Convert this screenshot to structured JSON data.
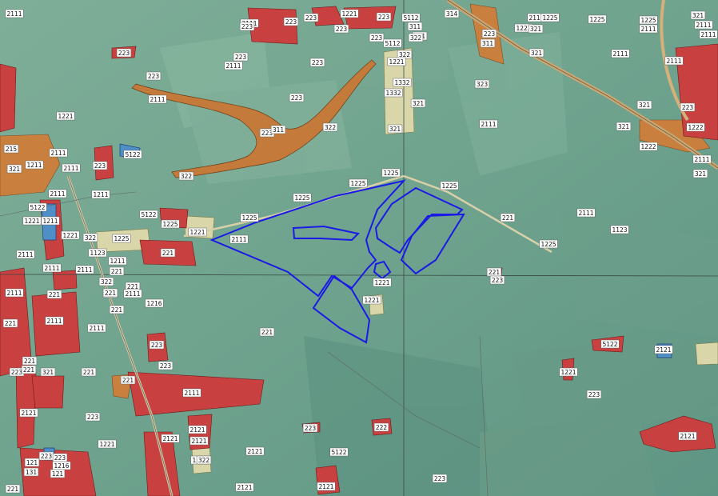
{
  "labels": [
    {
      "t": "2111"
    },
    {
      "t": "223"
    },
    {
      "t": "1221"
    },
    {
      "t": "223"
    },
    {
      "t": "2111"
    },
    {
      "t": "5112"
    },
    {
      "t": "314"
    },
    {
      "t": "2111"
    },
    {
      "t": "1225"
    },
    {
      "t": "1225"
    },
    {
      "t": "1225"
    },
    {
      "t": "321"
    },
    {
      "t": "223"
    },
    {
      "t": "223"
    },
    {
      "t": "223"
    },
    {
      "t": "223"
    },
    {
      "t": "311"
    },
    {
      "t": "2111"
    },
    {
      "t": "1222"
    },
    {
      "t": "321"
    },
    {
      "t": "223"
    },
    {
      "t": "321"
    },
    {
      "t": "2111"
    },
    {
      "t": "223"
    },
    {
      "t": "5112"
    },
    {
      "t": "322"
    },
    {
      "t": "311"
    },
    {
      "t": "2111"
    },
    {
      "t": "223"
    },
    {
      "t": "223"
    },
    {
      "t": "322"
    },
    {
      "t": "1221"
    },
    {
      "t": "321"
    },
    {
      "t": "2111"
    },
    {
      "t": "2111"
    },
    {
      "t": "2111"
    },
    {
      "t": "223"
    },
    {
      "t": "1332"
    },
    {
      "t": "323"
    },
    {
      "t": "1332"
    },
    {
      "t": "223"
    },
    {
      "t": "321"
    },
    {
      "t": "2111"
    },
    {
      "t": "321"
    },
    {
      "t": "223"
    },
    {
      "t": "1221"
    },
    {
      "t": "322"
    },
    {
      "t": "321"
    },
    {
      "t": "2111"
    },
    {
      "t": "321"
    },
    {
      "t": "1222"
    },
    {
      "t": "223"
    },
    {
      "t": "311"
    },
    {
      "t": "1222"
    },
    {
      "t": "215"
    },
    {
      "t": "2111"
    },
    {
      "t": "5122"
    },
    {
      "t": "2111"
    },
    {
      "t": "321"
    },
    {
      "t": "1211"
    },
    {
      "t": "2111"
    },
    {
      "t": "223"
    },
    {
      "t": "322"
    },
    {
      "t": "1225"
    },
    {
      "t": "1225"
    },
    {
      "t": "321"
    },
    {
      "t": "2111"
    },
    {
      "t": "1211"
    },
    {
      "t": "1225"
    },
    {
      "t": "5122"
    },
    {
      "t": "1225"
    },
    {
      "t": "1221"
    },
    {
      "t": "1211"
    },
    {
      "t": "5122"
    },
    {
      "t": "1225"
    },
    {
      "t": "221"
    },
    {
      "t": "1221"
    },
    {
      "t": "1225"
    },
    {
      "t": "2111"
    },
    {
      "t": "1123"
    },
    {
      "t": "1221"
    },
    {
      "t": "322"
    },
    {
      "t": "1225"
    },
    {
      "t": "221"
    },
    {
      "t": "2111"
    },
    {
      "t": "1123"
    },
    {
      "t": "1225"
    },
    {
      "t": "2111"
    },
    {
      "t": "1211"
    },
    {
      "t": "221"
    },
    {
      "t": "2111"
    },
    {
      "t": "221"
    },
    {
      "t": "2111"
    },
    {
      "t": "322"
    },
    {
      "t": "221"
    },
    {
      "t": "223"
    },
    {
      "t": "223"
    },
    {
      "t": "1221"
    },
    {
      "t": "2111"
    },
    {
      "t": "221"
    },
    {
      "t": "221"
    },
    {
      "t": "1216"
    },
    {
      "t": "1221"
    },
    {
      "t": "221"
    },
    {
      "t": "2111"
    },
    {
      "t": "2111"
    },
    {
      "t": "221"
    },
    {
      "t": "221"
    },
    {
      "t": "2111"
    },
    {
      "t": "223"
    },
    {
      "t": "5122"
    },
    {
      "t": "2121"
    },
    {
      "t": "221"
    },
    {
      "t": "223"
    },
    {
      "t": "1221"
    },
    {
      "t": "223"
    },
    {
      "t": "221"
    },
    {
      "t": "321"
    },
    {
      "t": "221"
    },
    {
      "t": "221"
    },
    {
      "t": "2111"
    },
    {
      "t": "223"
    },
    {
      "t": "2121"
    },
    {
      "t": "223"
    },
    {
      "t": "223"
    },
    {
      "t": "222"
    },
    {
      "t": "2121"
    },
    {
      "t": "2121"
    },
    {
      "t": "2121"
    },
    {
      "t": "1221"
    },
    {
      "t": "1216"
    },
    {
      "t": "322"
    },
    {
      "t": "2121"
    },
    {
      "t": "5122"
    },
    {
      "t": "223"
    },
    {
      "t": "223"
    },
    {
      "t": "1216"
    },
    {
      "t": "121"
    },
    {
      "t": "121"
    },
    {
      "t": "131"
    },
    {
      "t": "2121"
    },
    {
      "t": "2121"
    },
    {
      "t": "223"
    },
    {
      "t": "2121"
    },
    {
      "t": "221"
    }
  ]
}
